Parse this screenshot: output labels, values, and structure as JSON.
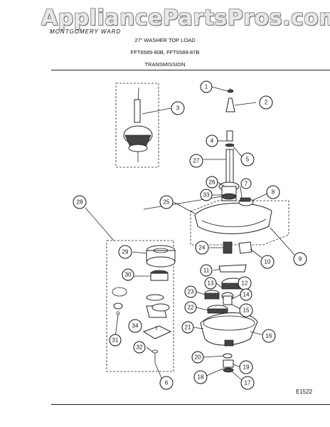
{
  "watermark": "AppliancePartsPros.com",
  "brand": "MONTGOMERY WARD",
  "header": {
    "line1": "27\" WASHER TOP LOAD",
    "line2": "FFT6589-80B,  FFT6589-87B",
    "line3": "TRANSMISSION"
  },
  "diagram_code": "E1522",
  "callouts": [
    "1",
    "2",
    "3",
    "4",
    "5",
    "6",
    "7",
    "8",
    "9",
    "10",
    "11",
    "12",
    "13",
    "14",
    "15",
    "16",
    "17",
    "18",
    "19",
    "20",
    "21",
    "22",
    "23",
    "24",
    "25",
    "26",
    "27",
    "28",
    "29",
    "30",
    "31",
    "32",
    "33",
    "34"
  ]
}
